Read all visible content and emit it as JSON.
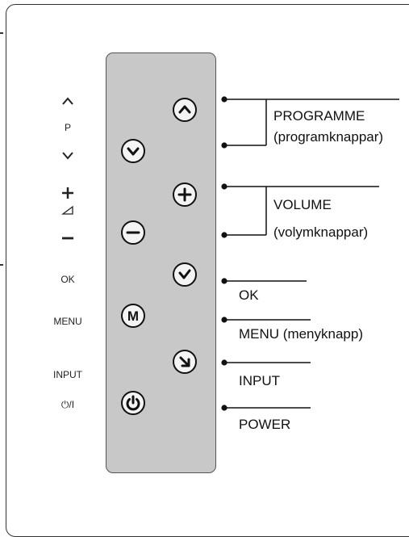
{
  "legend_labels": {
    "p": "P",
    "ok": "OK",
    "menu": "MENU",
    "input": "INPUT",
    "power": "⏻/I"
  },
  "callouts": {
    "programme": "PROGRAMME",
    "programme_sub": "(programknappar)",
    "volume": "VOLUME",
    "volume_sub": "(volymknappar)",
    "ok": "OK",
    "menu": "MENU (menyknapp)",
    "input": "INPUT",
    "power": "POWER"
  },
  "button_glyphs": {
    "menu": "M"
  }
}
